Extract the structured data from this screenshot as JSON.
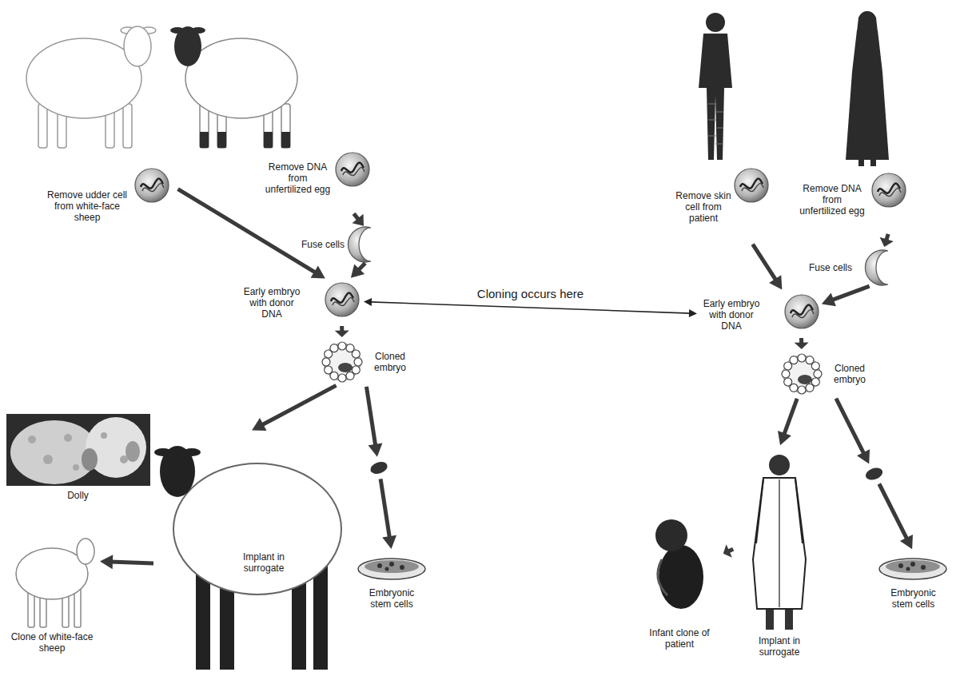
{
  "diagram": {
    "nodes": [
      {
        "text": [
          "Remove udder cell from white-face sheep"
        ]
      },
      {
        "text": [
          "Remove DNA from unfertilized egg"
        ]
      },
      {
        "text": [
          "Fuse cells"
        ]
      },
      {
        "text": [
          "Early embryo with donor DNA"
        ]
      },
      {
        "text": [
          "Cloned embryo"
        ]
      },
      {
        "text": [
          "Dolly"
        ]
      },
      {
        "text": [
          "Implant in surrogate"
        ]
      },
      {
        "text": [
          "Clone of white-face sheep"
        ]
      },
      {
        "text": [
          "Embryonic stem cells"
        ]
      },
      {
        "text": [
          "Remove skin cell from patient"
        ]
      },
      {
        "text": [
          "Remove DNA from unfertilized egg"
        ]
      },
      {
        "text": [
          "Fuse cells"
        ]
      },
      {
        "text": [
          "Early embryo with donor DNA"
        ]
      },
      {
        "text": [
          "Cloned embryo"
        ]
      },
      {
        "text": [
          "Infant clone of patient"
        ]
      },
      {
        "text": [
          "Implant in surrogate"
        ]
      },
      {
        "text": [
          "Embryonic stem cells"
        ]
      }
    ],
    "edges": [
      {
        "from": 0,
        "to": 3,
        "arrow": "to"
      },
      {
        "from": 1,
        "to": 2,
        "arrow": "to"
      },
      {
        "from": 2,
        "to": 3,
        "arrow": "to"
      },
      {
        "from": 3,
        "to": 4,
        "arrow": "to"
      },
      {
        "from": 4,
        "to": 6,
        "arrow": "to"
      },
      {
        "from": 4,
        "to": 8,
        "arrow": "to"
      },
      {
        "from": 6,
        "to": 7,
        "arrow": "to"
      },
      {
        "from": 3,
        "to": 12,
        "label": "Cloning occurs here",
        "arrow": "both"
      },
      {
        "from": 9,
        "to": 12,
        "arrow": "to"
      },
      {
        "from": 10,
        "to": 11,
        "arrow": "to"
      },
      {
        "from": 11,
        "to": 12,
        "arrow": "to"
      },
      {
        "from": 12,
        "to": 13,
        "arrow": "to"
      },
      {
        "from": 13,
        "to": 15,
        "arrow": "to"
      },
      {
        "from": 13,
        "to": 16,
        "arrow": "to"
      },
      {
        "from": 15,
        "to": 14,
        "arrow": "to"
      }
    ]
  }
}
